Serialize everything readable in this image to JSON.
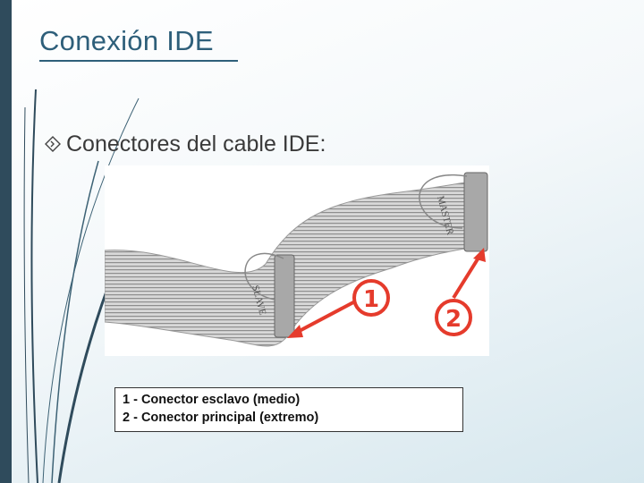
{
  "slide": {
    "title": "Conexión IDE",
    "bullet": "Conectores del cable IDE:",
    "bullet_icon": "diamond-arrow-icon"
  },
  "figure": {
    "description_icon": "ide-ribbon-cable-image",
    "connector_labels": [
      "SLAVE",
      "MASTER"
    ],
    "callouts": [
      "1",
      "2"
    ],
    "callout_color": "#e53b2c"
  },
  "caption": {
    "lines": [
      "1 - Conector esclavo (medio)",
      "2 - Conector principal (extremo)"
    ]
  },
  "colors": {
    "sidebar": "#2f4b5c",
    "title": "#2e5f7a"
  }
}
